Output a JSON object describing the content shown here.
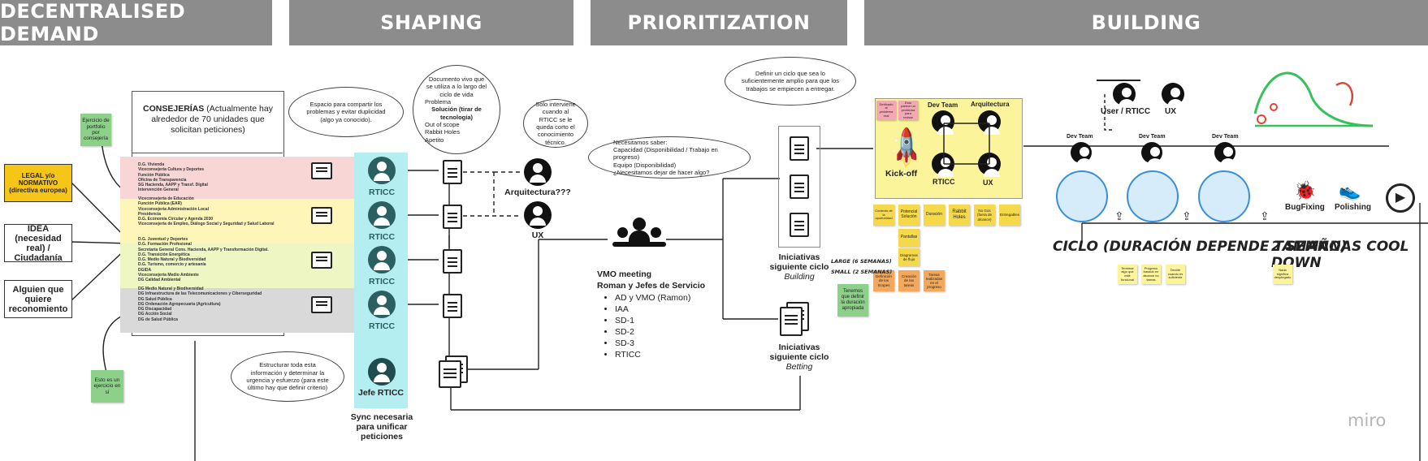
{
  "headers": [
    "DECENTRALISED DEMAND",
    "SHAPING",
    "PRIORITIZATION",
    "BUILDING"
  ],
  "sources": {
    "legal": "LEGAL y/o NORMATIVO (directiva europea)",
    "idea": "IDEA (necesidad real) / Ciudadanía",
    "reconocimiento": "Alguien que quiere reconomiento",
    "portfolio_note": "Ejercicio de portfolio por consejería",
    "exercise_note": "Esto es un ejercicio en sí"
  },
  "consejerias": {
    "title_bold": "CONSEJERÍAS",
    "title_rest": " (Actualmente hay alrededor de 70 unidades que solicitan peticiones)",
    "groups": [
      [
        "D.G. Vivienda",
        "Viceconsejería Cultura y Deportes",
        "Función Pública",
        "Oficina de Transparencia",
        "SG Hacienda, AAPP y Transf. Digital",
        "Intervención General"
      ],
      [
        "Viceconsejería de Educación",
        "Función Pública (EAR)",
        "Viceconsejería Administración Local",
        "Presidencia",
        "D.G. Economía Circular y Agenda 2030",
        "Viceconsejería de Empleo, Diálogo Social y Seguridad y Salud Laboral"
      ],
      [
        "D.G. Juventud y Deportes",
        "D.G. Formación Profesional",
        "Secretaría General Cons. Hacienda, AAPP y Transformación Digital.",
        "D.G. Transición Energética",
        "D.G. Medio Natural y Biodiversidad",
        "D.G. Turismo, comercio y artesanía",
        "DGIDA",
        "Viceconsejería Medio Ambiente",
        "DG Calidad Ambiental"
      ],
      [
        "DG Medio Natural y Biodiversidad",
        "DG Infraestructura de las Telecomunicaciones y Ciberseguridad",
        "DG Salud Pública",
        "DG Ordenación Agropecuaria (Agricultura)",
        "DG Discapacidad",
        "DG Acción Social",
        "DG de Salud Pública"
      ]
    ]
  },
  "shaping": {
    "bubble_share": "Espacio para compartir los problemas y evitar duplicidad (algo ya conocido).",
    "bubble_doc_title": "Documento vivo que se utiliza a lo largo del ciclo de vida",
    "bubble_doc_items": [
      "Problema",
      "Solución (tirar de tecnología)",
      "Out of scope",
      "Rabbit Holes",
      "Apetito"
    ],
    "bubble_arch": "Solo interviene cuando al RTICC se le queda corto el conocimiento técnico.",
    "bubble_struct": "Estructurar toda esta información y determinar la urgencia y esfuerzo (para este último hay que definir criterio)",
    "rticc_label": "RTICC",
    "jefe_label": "Jefe RTICC",
    "arquitectura_label": "Arquitectura???",
    "ux_label": "UX",
    "sync_label": "Sync necesaria para unificar peticiones"
  },
  "prioritization": {
    "bubble_need_title": "Necesitamos saber:",
    "bubble_need_items": [
      "Capacidad (Disponibilidad / Trabajo en progreso)",
      "Equipo (Disponibilidad)",
      "¿Necesitamos dejar de hacer algo?"
    ],
    "bubble_cycle": "Definir un ciclo que sea lo suficientemente amplio para que los trabajos se empiecen a entregar.",
    "vmo_title": "VMO meeting",
    "vmo_subtitle": "Roman y Jefes de Servicio",
    "vmo_items": [
      "AD y VMO (Ramon)",
      "IAA",
      "SD-1",
      "SD-2",
      "SD-3",
      "RTICC"
    ],
    "next_building_1": "Iniciativas siguiente ciclo",
    "next_building_2": "Building",
    "next_betting_1": "Iniciativas siguiente ciclo",
    "next_betting_2": "Betting"
  },
  "building": {
    "kickoff": "Kick-off",
    "dev_team": "Dev Team",
    "arquitectura": "Arquitectura",
    "rticc": "RTICC",
    "ux": "UX",
    "user_rticc": "User / RTICC",
    "bugfixing": "BugFixing",
    "polishing": "Polishing",
    "ciclo_text": "CICLO (DURACIÓN DEPENDE TAMAÑO)",
    "cooldown_text": "2 SEMANAS COOL DOWN",
    "large_text": "LARGE (6 SEMANAS)",
    "small_text": "SMALL (2 SEMANAS)",
    "define_duration": "Tenemos que definir la duración apropiada",
    "stickies_row1": [
      "Contexto de la oportunidad",
      "Potencial Solución",
      "Duración",
      "Rabbit Holes",
      "No Gos (fuera de alcance)",
      "Entregables"
    ],
    "stickies_col2": [
      "Pantallas",
      "Diagramas de flujo"
    ],
    "stickies_row3": [
      "Definición de los Scopes",
      "Creación de las tareas",
      "Tareas realizadas en el progreso"
    ],
    "pink_notes": [
      "Dedicado al problema real",
      "Esto parece un problema para revisar"
    ],
    "bottom_notes": [
      "Terminar algo que esté funcional",
      "Progreso basado en alcance no tareas",
      "Decidir cuando es suficiente"
    ],
    "cool_note": "Nada significa desplegado"
  },
  "brand": "miro",
  "colors": {
    "header": "#8c8c8c",
    "band_red": "#f9d6d6",
    "band_yellow": "#fdf6b8",
    "band_lime": "#eef6c4",
    "band_gray": "#d9d9d9",
    "teal": "#b5eef0",
    "cycle_blue": "#3a8ed8"
  }
}
